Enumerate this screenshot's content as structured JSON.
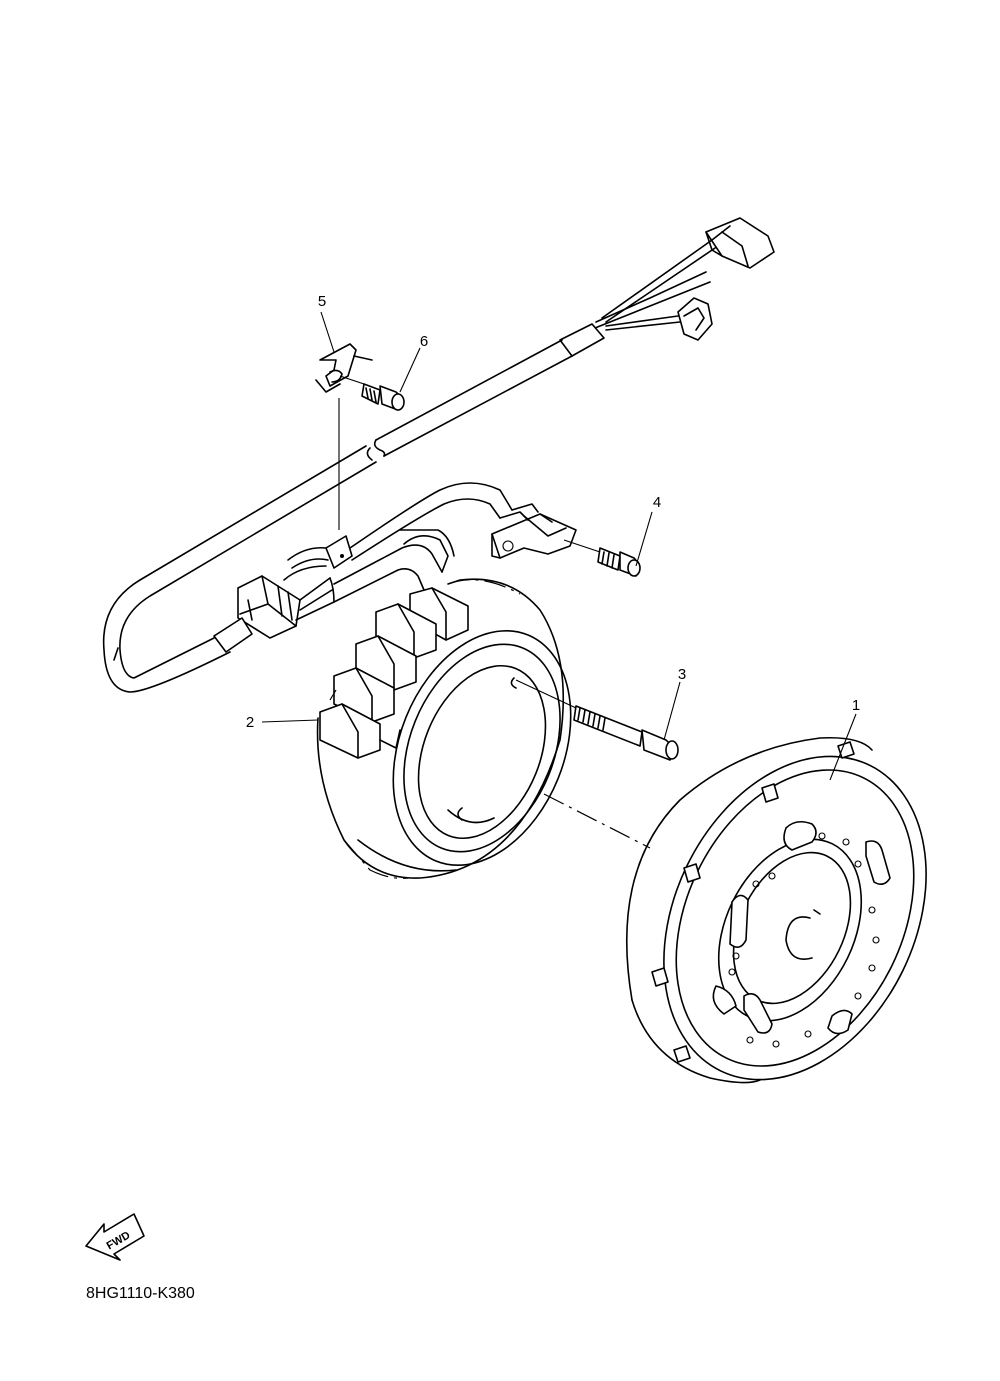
{
  "callouts": [
    {
      "id": "1",
      "text": "1"
    },
    {
      "id": "2",
      "text": "2"
    },
    {
      "id": "3",
      "text": "3"
    },
    {
      "id": "4",
      "text": "4"
    },
    {
      "id": "5",
      "text": "5"
    },
    {
      "id": "6",
      "text": "6"
    }
  ],
  "direction_marker": {
    "text": "FWD"
  },
  "diagram_code": "8HG1110-K380"
}
